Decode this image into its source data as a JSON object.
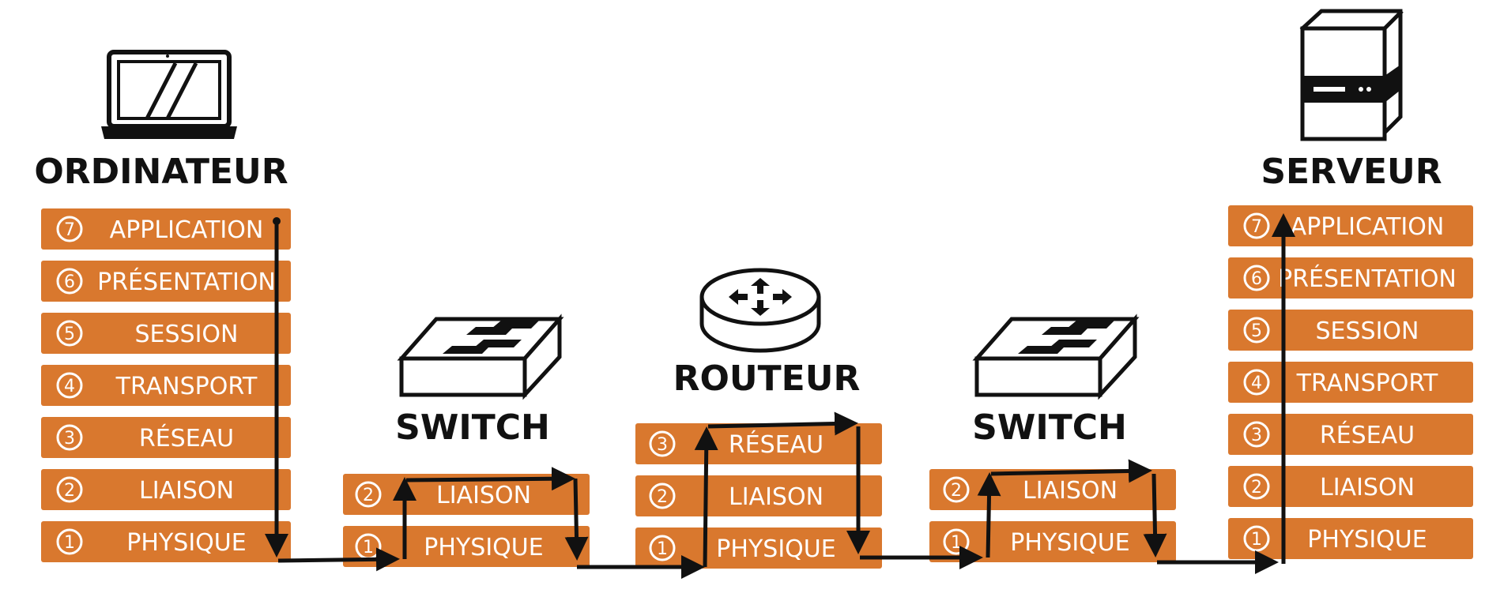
{
  "colors": {
    "layer_fill": "#d9782e",
    "layer_text": "#ffffff",
    "outline": "#111111",
    "background": "#ffffff"
  },
  "devices": {
    "computer": {
      "label": "ORDINATEUR",
      "icon": "laptop-icon",
      "layers": [
        {
          "num": "7",
          "name": "APPLICATION"
        },
        {
          "num": "6",
          "name": "PRÉSENTATION"
        },
        {
          "num": "5",
          "name": "SESSION"
        },
        {
          "num": "4",
          "name": "TRANSPORT"
        },
        {
          "num": "3",
          "name": "RÉSEAU"
        },
        {
          "num": "2",
          "name": "LIAISON"
        },
        {
          "num": "1",
          "name": "PHYSIQUE"
        }
      ]
    },
    "switch_1": {
      "label": "SWITCH",
      "icon": "switch-icon",
      "layers": [
        {
          "num": "2",
          "name": "LIAISON"
        },
        {
          "num": "1",
          "name": "PHYSIQUE"
        }
      ]
    },
    "router": {
      "label": "ROUTEUR",
      "icon": "router-icon",
      "layers": [
        {
          "num": "3",
          "name": "RÉSEAU"
        },
        {
          "num": "2",
          "name": "LIAISON"
        },
        {
          "num": "1",
          "name": "PHYSIQUE"
        }
      ]
    },
    "switch_2": {
      "label": "SWITCH",
      "icon": "switch-icon",
      "layers": [
        {
          "num": "2",
          "name": "LIAISON"
        },
        {
          "num": "1",
          "name": "PHYSIQUE"
        }
      ]
    },
    "server": {
      "label": "SERVEUR",
      "icon": "server-icon",
      "layers": [
        {
          "num": "7",
          "name": "APPLICATION"
        },
        {
          "num": "6",
          "name": "PRÉSENTATION"
        },
        {
          "num": "5",
          "name": "SESSION"
        },
        {
          "num": "4",
          "name": "TRANSPORT"
        },
        {
          "num": "3",
          "name": "RÉSEAU"
        },
        {
          "num": "2",
          "name": "LIAISON"
        },
        {
          "num": "1",
          "name": "PHYSIQUE"
        }
      ]
    }
  }
}
